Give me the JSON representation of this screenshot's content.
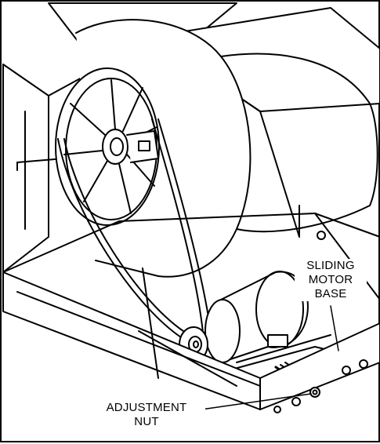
{
  "figure": {
    "labels": {
      "sliding_motor_base": [
        "SLIDING",
        "MOTOR",
        "BASE"
      ],
      "adjustment_nut": [
        "ADJUSTMENT",
        "NUT"
      ]
    },
    "colors": {
      "line": "#000000",
      "background": "#ffffff",
      "shade": "#d9d9d9"
    }
  }
}
